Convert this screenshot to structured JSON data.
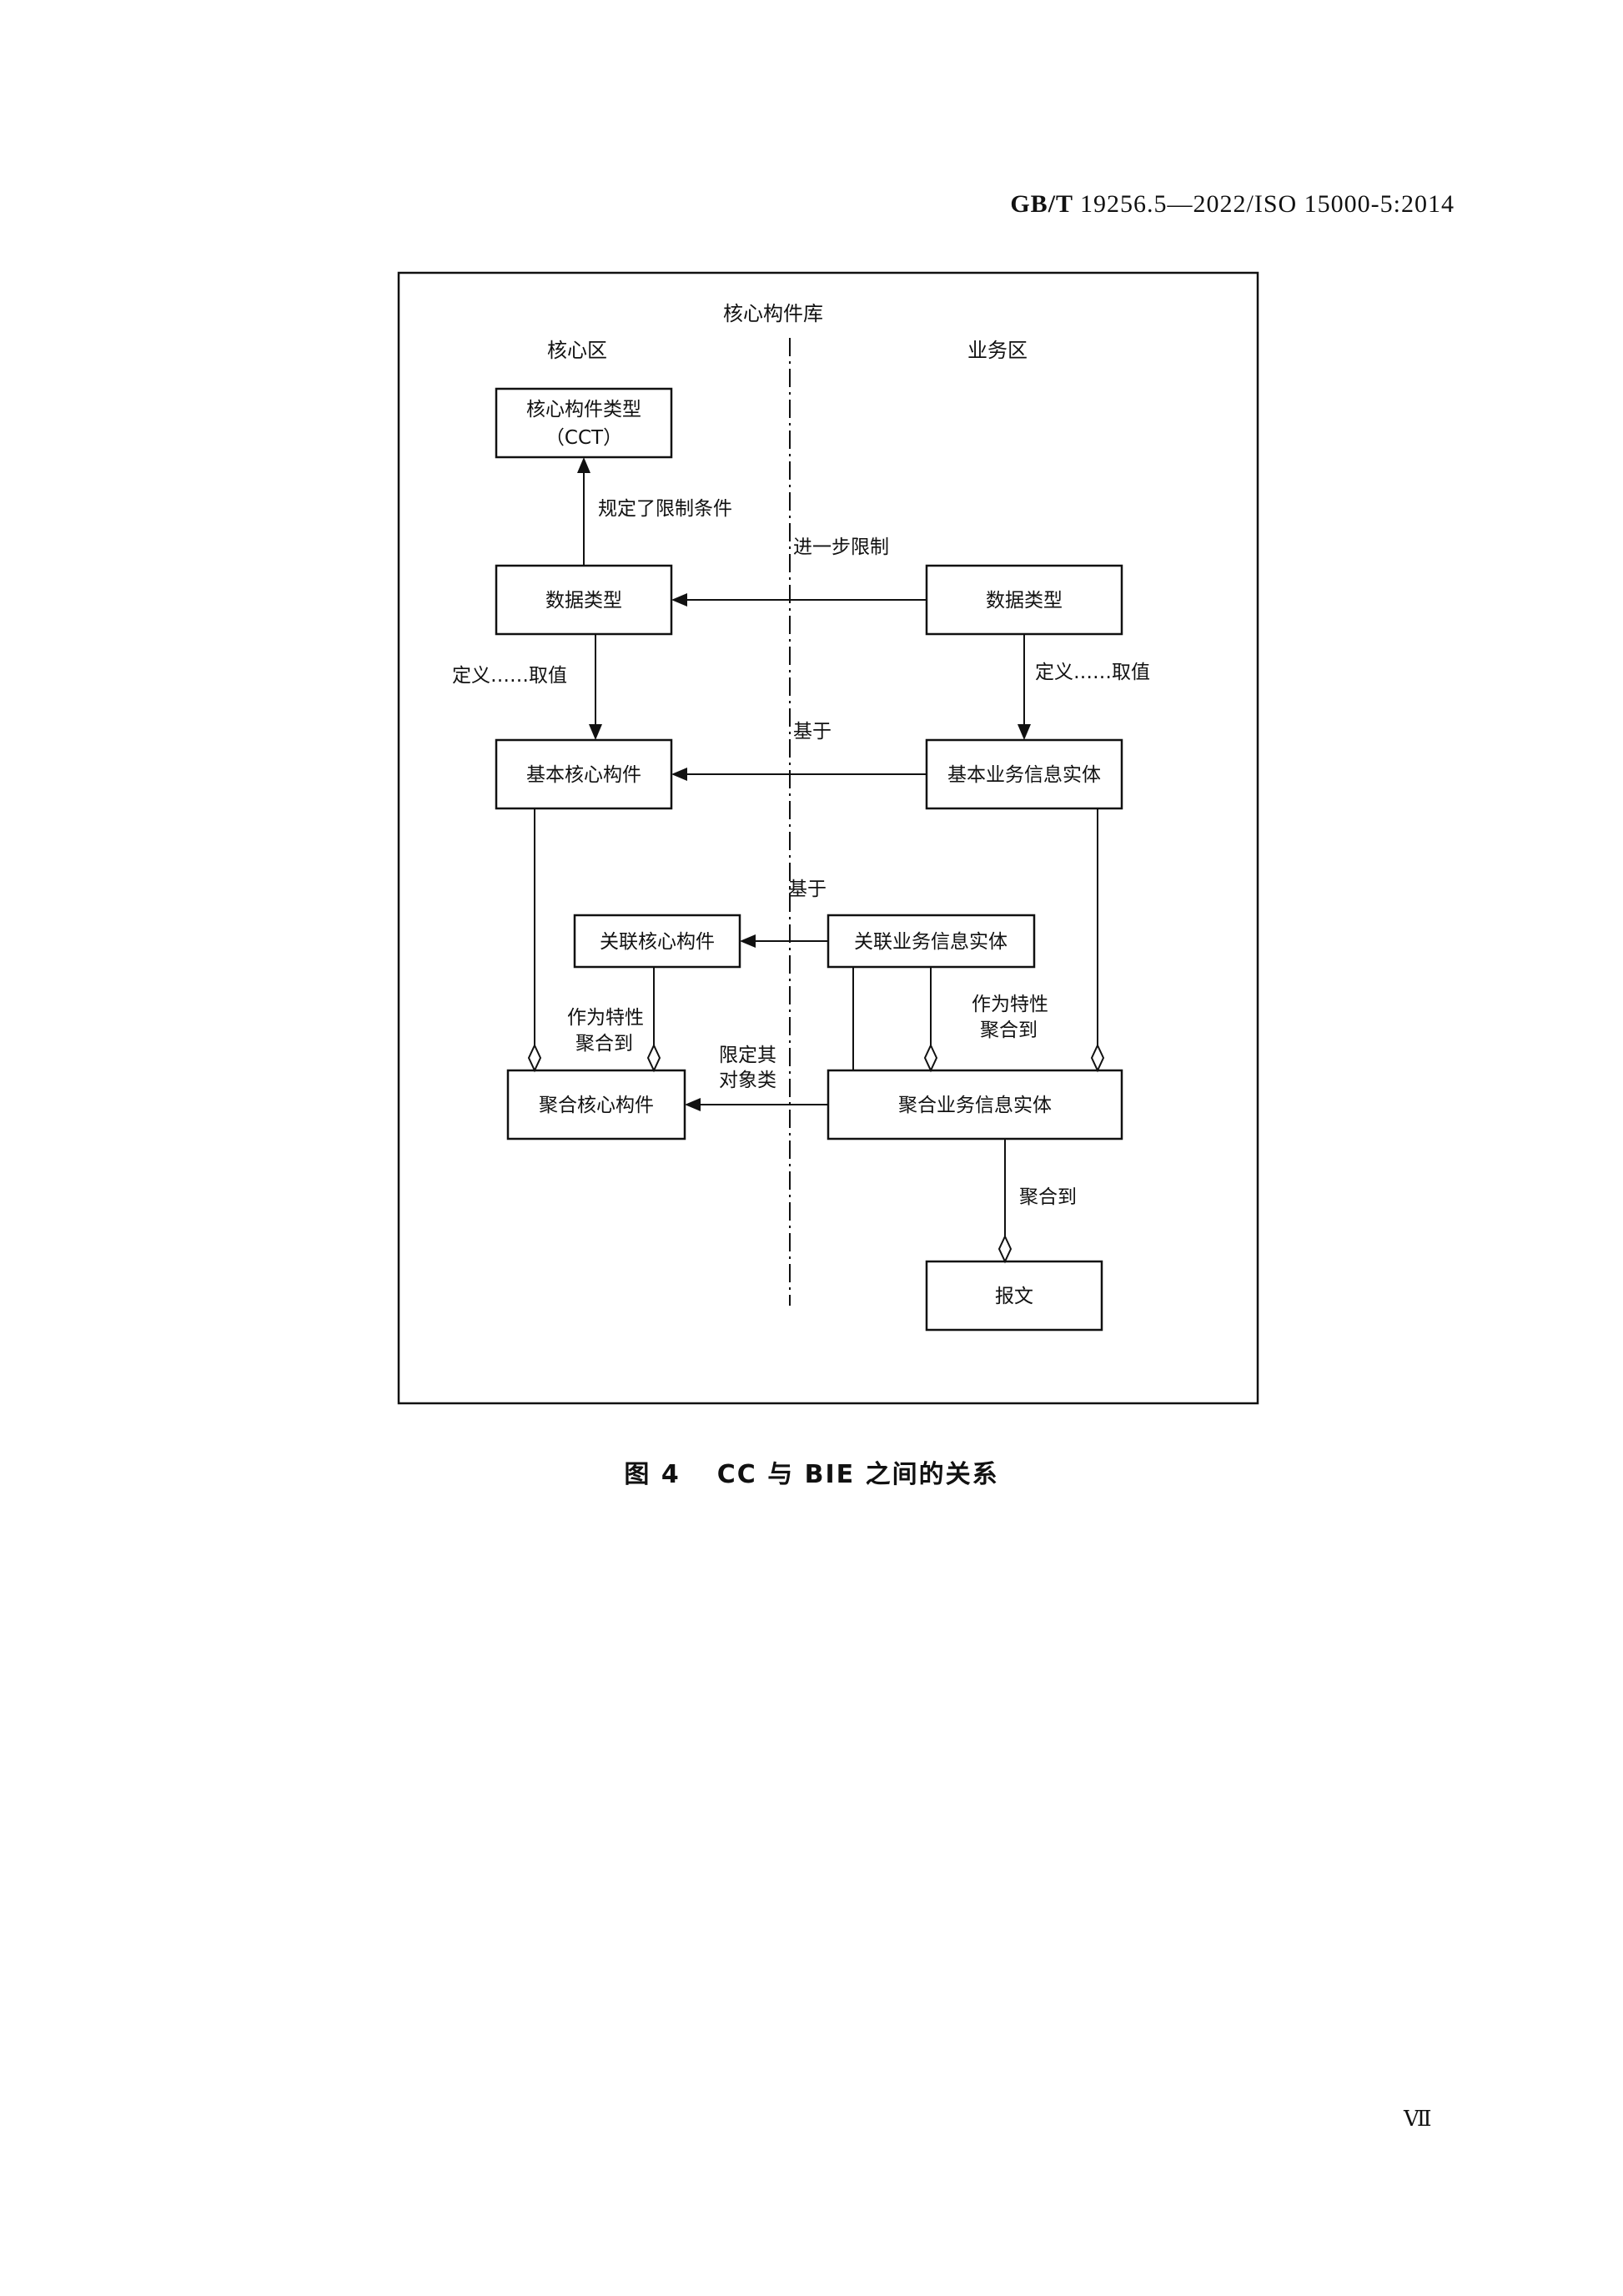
{
  "header": {
    "standard_code": "GB/T",
    "standard_number": "19256.5—2022/ISO 15000-5:2014"
  },
  "diagram": {
    "title": "核心构件库",
    "zone_left": "核心区",
    "zone_right": "业务区",
    "boxes": {
      "cct_line1": "核心构件类型",
      "cct_line2": "（CCT）",
      "data_type_core": "数据类型",
      "data_type_business": "数据类型",
      "bcc": "基本核心构件",
      "bbie": "基本业务信息实体",
      "ascc": "关联核心构件",
      "asbie": "关联业务信息实体",
      "acc": "聚合核心构件",
      "abie": "聚合业务信息实体",
      "message": "报文"
    },
    "labels": {
      "specifies_restrictions": "规定了限制条件",
      "further_restricts": "进一步限制",
      "define_value_left": "定义……取值",
      "define_value_right": "定义……取值",
      "based_on_1": "基于",
      "based_on_2": "基于",
      "as_property_left_1": "作为特性",
      "as_property_left_2": "聚合到",
      "as_property_right_1": "作为特性",
      "as_property_right_2": "聚合到",
      "qualifies_object_1": "限定其",
      "qualifies_object_2": "对象类",
      "aggregated_to": "聚合到"
    }
  },
  "caption": {
    "figure_number": "图 4",
    "figure_title": "CC 与 BIE 之间的关系"
  },
  "page_number": "Ⅶ"
}
